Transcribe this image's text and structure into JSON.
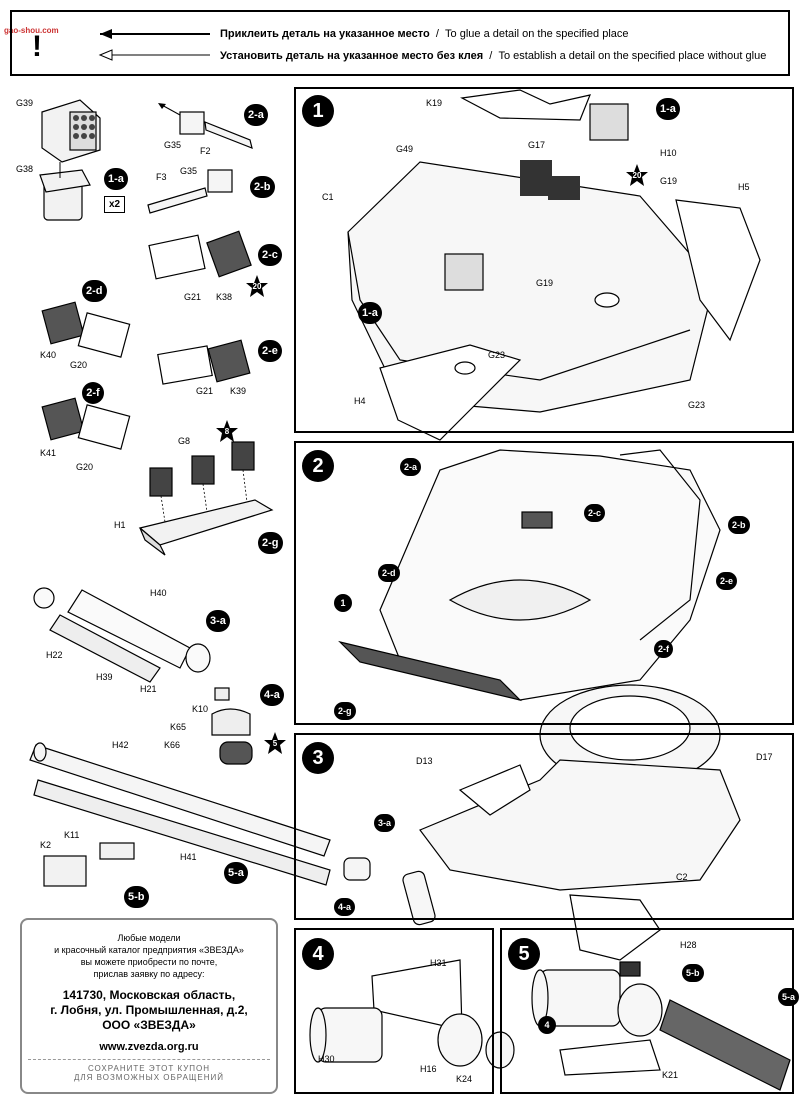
{
  "watermark": "gao-shou.com",
  "legend": {
    "ru_glue": "Приклеить деталь на указанное место",
    "en_glue": "To glue a detail on the specified place",
    "ru_noglue": "Установить деталь на указанное место без клея",
    "en_noglue": "To establish a detail on the specified place without glue",
    "sep": "/"
  },
  "steps": {
    "s1": "1",
    "s2": "2",
    "s3": "3",
    "s4": "4",
    "s5": "5"
  },
  "subs": {
    "a1": "1-a",
    "a2a": "2-a",
    "a2b": "2-b",
    "a2c": "2-c",
    "a2d": "2-d",
    "a2e": "2-e",
    "a2f": "2-f",
    "a2g": "2-g",
    "a3a": "3-a",
    "a4a": "4-a",
    "a5a": "5-a",
    "a5b": "5-b"
  },
  "x2": "x2",
  "stars": {
    "s20a": "20",
    "s8": "8",
    "s5": "5",
    "s20b": "20"
  },
  "labels": {
    "G39": "G39",
    "G38": "G38",
    "G35a": "G35",
    "F2": "F2",
    "F3": "F3",
    "G35b": "G35",
    "G21a": "G21",
    "K38": "K38",
    "K40": "K40",
    "G20a": "G20",
    "G21b": "G21",
    "K39": "K39",
    "K41": "K41",
    "G20b": "G20",
    "G8": "G8",
    "H1": "H1",
    "H40": "H40",
    "H22": "H22",
    "H39": "H39",
    "H21": "H21",
    "K10": "K10",
    "K65": "K65",
    "K66": "K66",
    "H42": "H42",
    "K11": "K11",
    "K2": "K2",
    "H41": "H41",
    "K19": "K19",
    "G49": "G49",
    "G17": "G17",
    "H10": "H10",
    "C1": "C1",
    "G19a": "G19",
    "H5": "H5",
    "G19b": "G19",
    "H4": "H4",
    "G23a": "G23",
    "G23b": "G23",
    "D17": "D17",
    "D13": "D13",
    "C2": "C2",
    "H28": "H28",
    "H31": "H31",
    "H30": "H30",
    "H16": "H16",
    "K24": "K24",
    "K21": "K21"
  },
  "info": {
    "line1": "Любые модели",
    "line2": "и красочный каталог предприятия «ЗВЕЗДА»",
    "line3": "вы можете приобрести по почте,",
    "line4": "прислав заявку по адресу:",
    "addr1": "141730, Московская область,",
    "addr2": "г. Лобня, ул. Промышленная, д.2,",
    "addr3": "ООО «ЗВЕЗДА»",
    "website": "www.zvezda.org.ru",
    "save1": "СОХРАНИТЕ ЭТОТ КУПОН",
    "save2": "ДЛЯ ВОЗМОЖНЫХ ОБРАЩЕНИЙ"
  }
}
